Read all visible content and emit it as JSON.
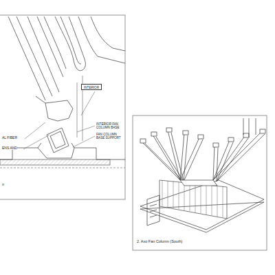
{
  "diagram": {
    "nodes": [
      {
        "text": [
          "INTERIOR"
        ]
      }
    ],
    "labels": [
      "AL FIBER",
      "ENS AND",
      "INTERIOR FAN COLUMN BASE",
      "FAN COLUMN BASE SUPPORT",
      "n",
      "2. Axo Fan Column (South)"
    ]
  }
}
